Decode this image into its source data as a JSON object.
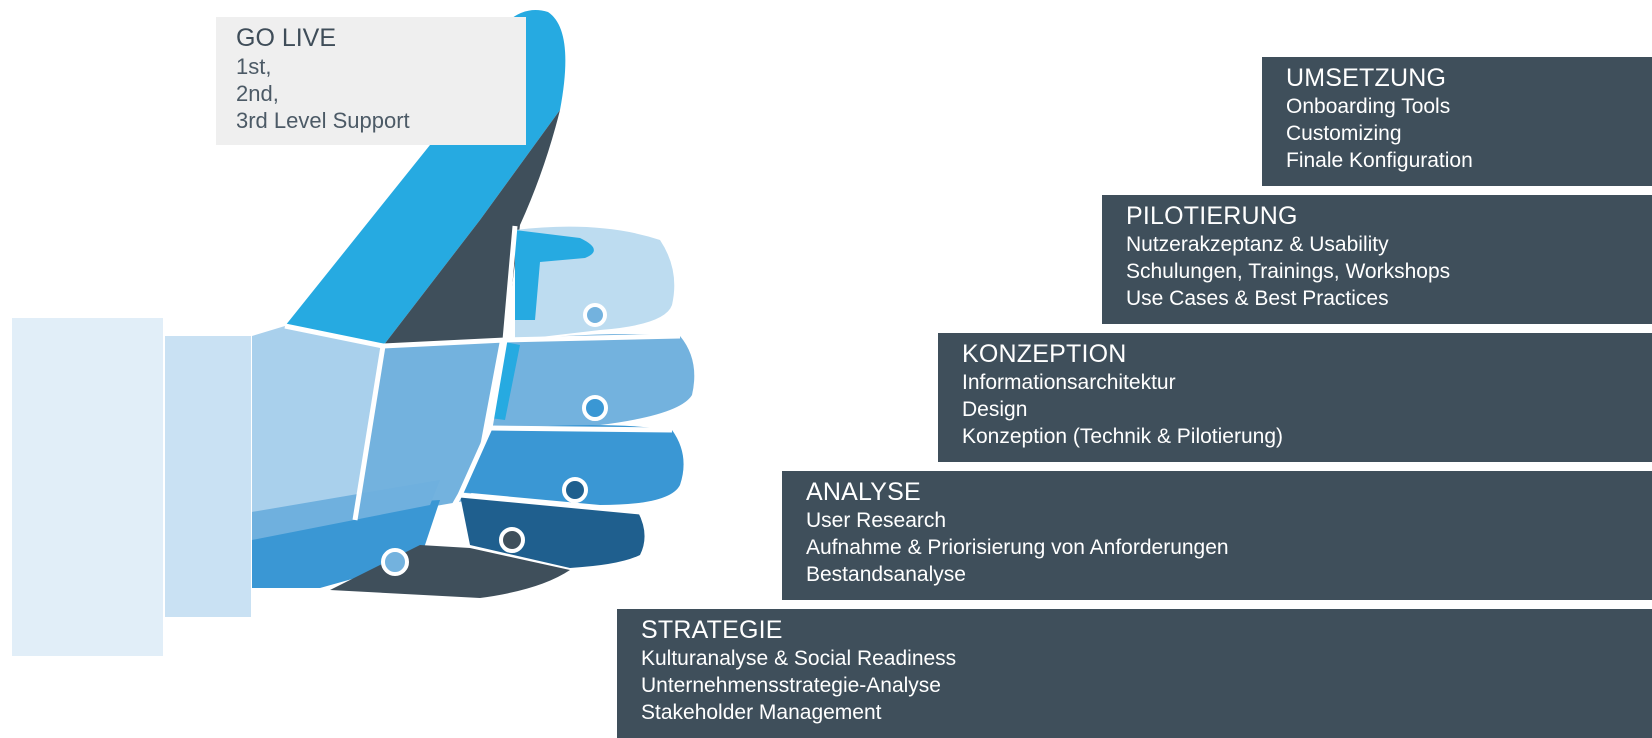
{
  "golive": {
    "title": "GO LIVE",
    "lines": [
      "1st,",
      "2nd,",
      "3rd Level Support"
    ]
  },
  "steps": [
    {
      "title": "UMSETZUNG",
      "lines": [
        "Onboarding Tools",
        "Customizing",
        "Finale Konfiguration"
      ]
    },
    {
      "title": "PILOTIERUNG",
      "lines": [
        "Nutzerakzeptanz & Usability",
        "Schulungen, Trainings, Workshops",
        "Use Cases & Best Practices"
      ]
    },
    {
      "title": "KONZEPTION",
      "lines": [
        "Informationsarchitektur",
        "Design",
        "Konzeption (Technik & Pilotierung)"
      ]
    },
    {
      "title": "ANALYSE",
      "lines": [
        "User Research",
        "Aufnahme & Priorisierung von Anforderungen",
        "Bestandsanalyse"
      ]
    },
    {
      "title": "STRATEGIE",
      "lines": [
        "Kulturanalyse & Social Readiness",
        "Unternehmensstrategie-Analyse",
        "Stakeholder Management"
      ]
    }
  ],
  "colors": {
    "step_bg": "#3f4f5b",
    "golive_bg": "#efefef",
    "thumb_light": "#bddcf0",
    "thumb_mid": "#73b2de",
    "thumb_bright": "#26aae1",
    "thumb_blue": "#3a97d4",
    "thumb_dark": "#1f5f8e",
    "thumb_slate": "#3f4f5b",
    "cuff": "#e1eef8"
  },
  "icons": [
    "thumbs-up-puzzle-icon"
  ]
}
